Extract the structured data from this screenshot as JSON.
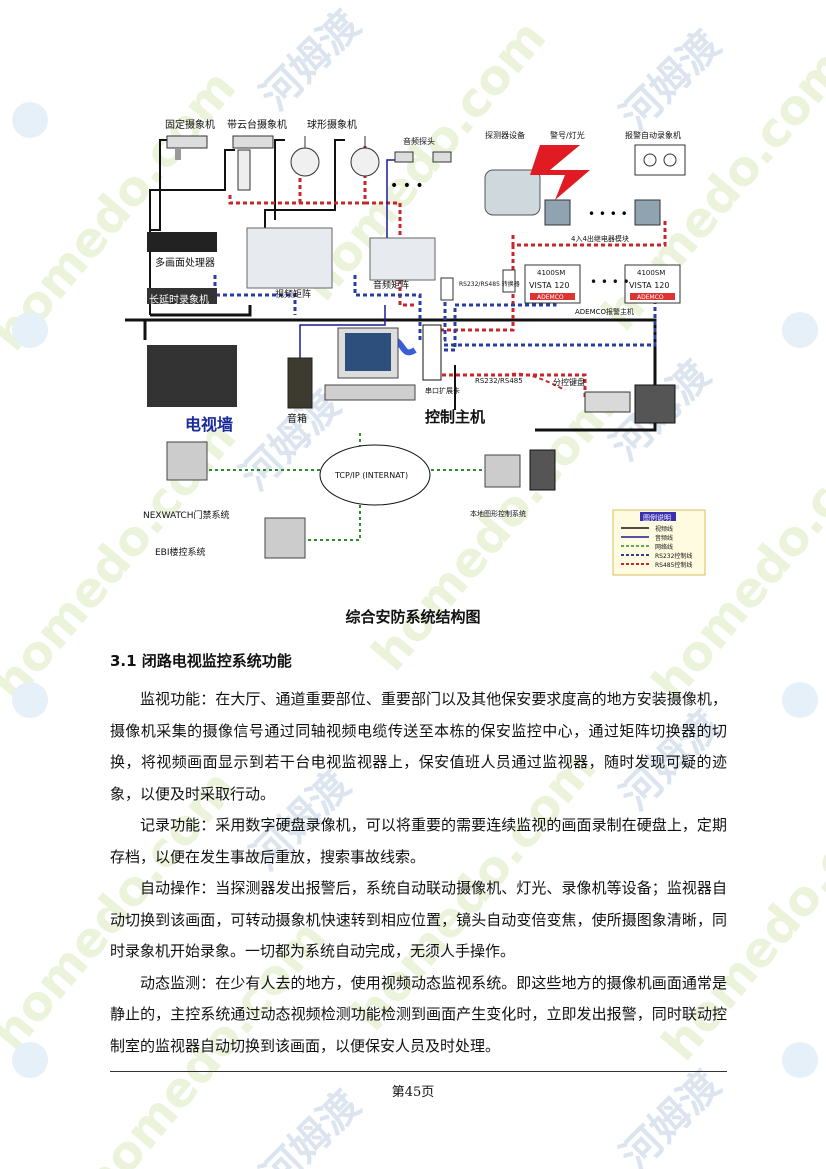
{
  "diagram": {
    "fixed_camera": "固定摄象机",
    "ptz_camera": "带云台摄象机",
    "dome_camera": "球形摄象机",
    "audio_pickup": "音频探头",
    "detector_device": "探测器设备",
    "alarm_light": "警号/灯光",
    "alarm_recorder": "报警自动录象机",
    "multiplexer": "多画面处理器",
    "long_recorder": "长延时录象机",
    "video_matrix": "视频矩阵",
    "audio_matrix": "音频矩阵",
    "converter": "RS232/RS485 转换器",
    "relay_module": "4入4出继电器模块",
    "panel_model": "4100SM",
    "panel_vista": "VISTA 120",
    "panel_brand": "ADEMCO",
    "ademco_host": "ADEMCO报警主机",
    "serial_card": "串口扩展卡",
    "rs_label": "RS232/RS485",
    "keyboard": "分控键盘",
    "speaker": "音箱",
    "tv_wall": "电视墙",
    "control_host": "控制主机",
    "network_cloud": "TCP/IP (INTERNAT)",
    "nexwatch": "NEXWATCH门禁系统",
    "ebi": "EBI楼控系统",
    "remote_station": "本地图形控制系统",
    "legend": {
      "title": "图例说明",
      "items": [
        "视频线",
        "音频线",
        "网络线",
        "RS232控制线",
        "RS485控制线"
      ]
    }
  },
  "caption": "综合安防系统结构图",
  "section_title": "3.1 闭路电视监控系统功能",
  "paragraphs": [
    "监视功能：在大厅、通道重要部位、重要部门以及其他保安要求度高的地方安装摄像机，摄像机采集的摄像信号通过同轴视频电缆传送至本栋的保安监控中心，通过矩阵切换器的切换，将视频画面显示到若干台电视监视器上，保安值班人员通过监视器，随时发现可疑的迹象，以便及时采取行动。",
    "记录功能：采用数字硬盘录像机，可以将重要的需要连续监视的画面录制在硬盘上，定期存档，以便在发生事故后重放，搜索事故线索。",
    "自动操作：当探测器发出报警后，系统自动联动摄像机、灯光、录像机等设备；监视器自动切换到该画面，可转动摄象机快速转到相应位置，镜头自动变倍变焦，使所摄图象清晰，同时录象机开始录象。一切都为系统自动完成，无须人手操作。",
    "动态监测：在少有人去的地方，使用视频动态监视系统。即这些地方的摄像机画面通常是静止的，主控系统通过动态视频检测功能检测到画面产生变化时，立即发出报警，同时联动控制室的监视器自动切换到该画面，以便保安人员及时处理。"
  ],
  "page_number": "第45页",
  "watermark": {
    "domain": "homedo.com",
    "brand": "河姆渡"
  }
}
